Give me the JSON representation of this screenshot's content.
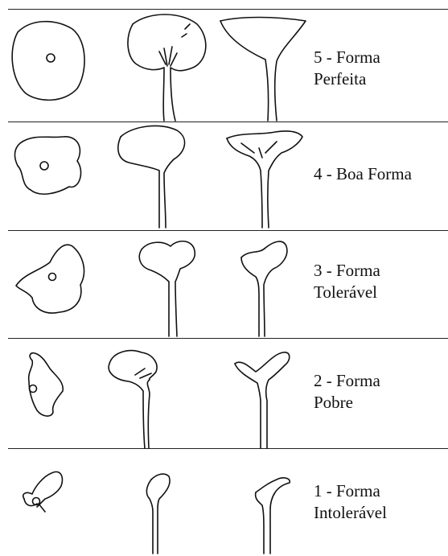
{
  "classes": [
    {
      "rating": "5",
      "line1": "5 - Forma",
      "line2": "Perfeita"
    },
    {
      "rating": "4",
      "line1": "4 - Boa Forma",
      "line2": ""
    },
    {
      "rating": "3",
      "line1": "3 - Forma",
      "line2": "Tolerável"
    },
    {
      "rating": "2",
      "line1": "2 - Forma",
      "line2": "Pobre"
    },
    {
      "rating": "1",
      "line1": "1 - Forma",
      "line2": "Intolerável"
    }
  ],
  "icons": [
    "crown-top-view-icon",
    "tree-front-view-icon",
    "tree-side-view-icon"
  ],
  "colors": {
    "background": "#ffffff",
    "ink": "#111111",
    "divider": "#222222"
  }
}
